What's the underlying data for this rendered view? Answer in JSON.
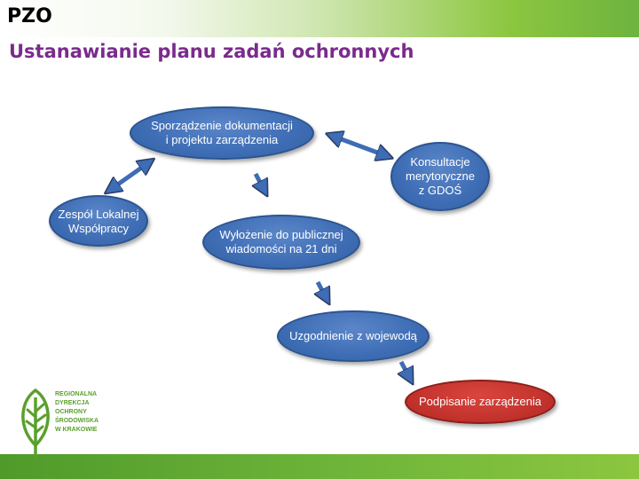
{
  "header": {
    "code": "PZO",
    "title": "Ustanawianie planu zadań ochronnych"
  },
  "diagram": {
    "nodes": {
      "dokumentacja": "Sporządzenie dokumentacji\ni projektu zarządzenia",
      "konsultacje": "Konsultacje\nmerytoryczne\nz GDOŚ",
      "zespol": "Zespół Lokalnej\nWspółpracy",
      "wylozenie": "Wyłożenie do publicznej\nwiadomości na 21 dni",
      "uzgodnienie": "Uzgodnienie z wojewodą",
      "podpisanie": "Podpisanie zarządzenia"
    },
    "colors": {
      "node_blue": "#3e6db5",
      "node_red": "#c0302a",
      "arrow": "#3e6db5",
      "title": "#7a2b8c",
      "green": "#6db33f"
    }
  },
  "logo": {
    "icon": "leaf-icon",
    "lines": [
      "REGIONALNA",
      "DYREKCJA",
      "OCHRONY",
      "ŚRODOWISKA",
      "W KRAKOWIE"
    ]
  }
}
